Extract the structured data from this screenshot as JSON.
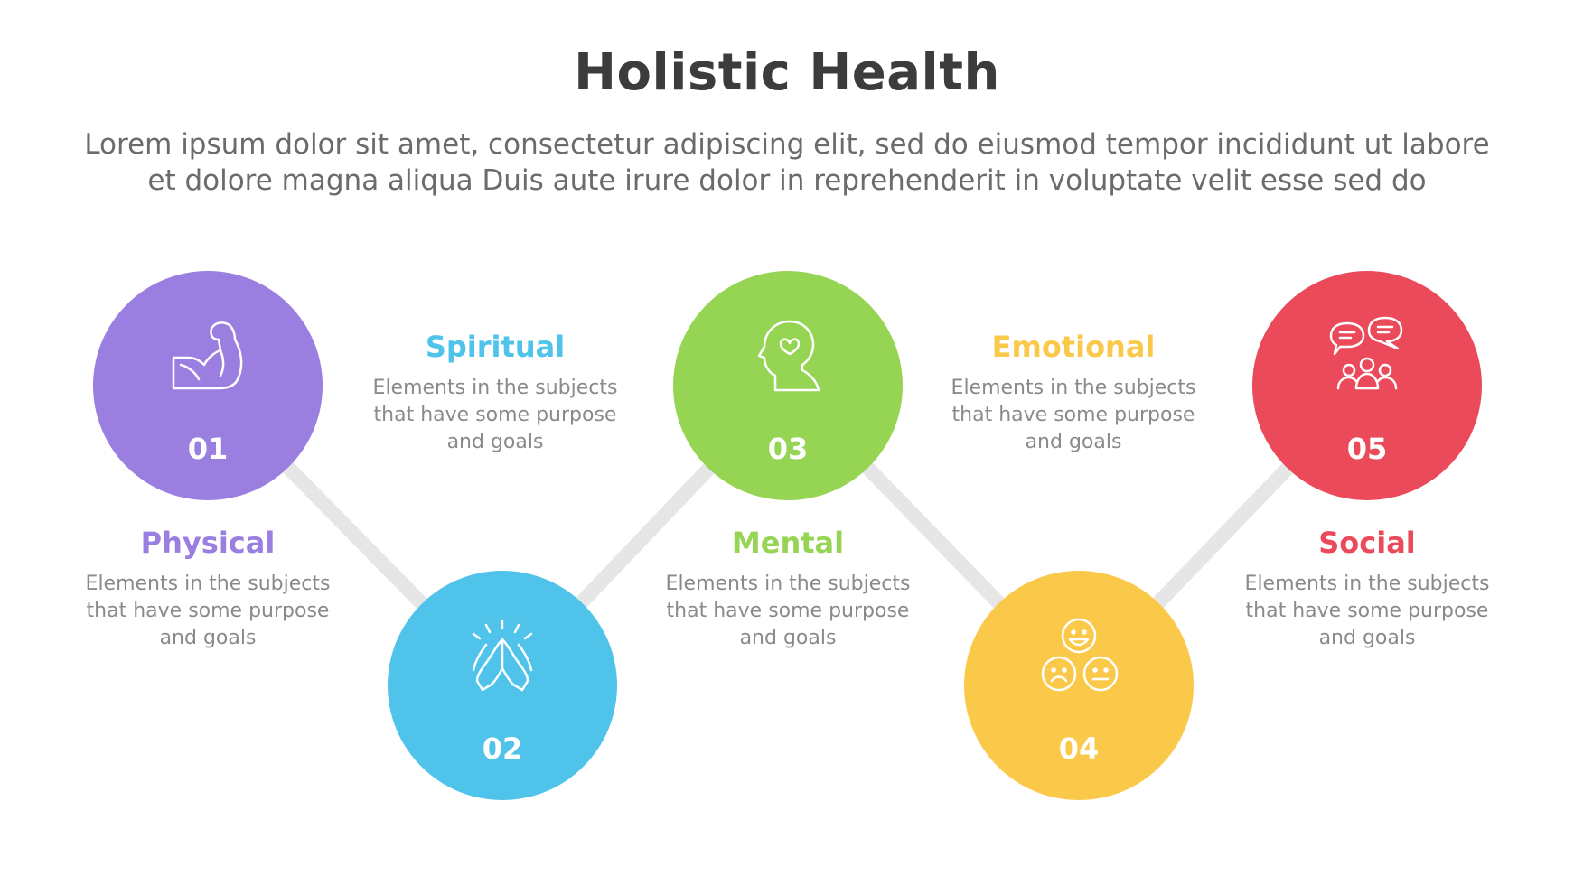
{
  "title": "Holistic Health",
  "subtitle": [
    "Lorem ipsum dolor sit amet, consectetur adipiscing elit, sed do eiusmod tempor incididunt ut labore",
    "et dolore magna aliqua Duis aute irure dolor in reprehenderit in voluptate velit esse sed do"
  ],
  "items": [
    {
      "number": "01",
      "name": "Physical",
      "color": "#9b7fe0",
      "icon": "muscle-arm-icon",
      "desc": [
        "Elements in the subjects",
        "that have  some purpose",
        "and goals"
      ]
    },
    {
      "number": "02",
      "name": "Spiritual",
      "color": "#4fc3ea",
      "icon": "praying-hands-icon",
      "desc": [
        "Elements in the subjects",
        "that have  some purpose",
        "and goals"
      ]
    },
    {
      "number": "03",
      "name": "Mental",
      "color": "#96d454",
      "icon": "head-heart-icon",
      "desc": [
        "Elements in the subjects",
        "that have  some purpose",
        "and goals"
      ]
    },
    {
      "number": "04",
      "name": "Emotional",
      "color": "#fbc94a",
      "icon": "emotion-faces-icon",
      "desc": [
        "Elements in the subjects",
        "that have  some purpose",
        "and goals"
      ]
    },
    {
      "number": "05",
      "name": "Social",
      "color": "#ea4a5a",
      "icon": "social-group-icon",
      "desc": [
        "Elements in the subjects",
        "that have  some purpose",
        "and goals"
      ]
    }
  ],
  "connector_color": "#e6e6e6"
}
